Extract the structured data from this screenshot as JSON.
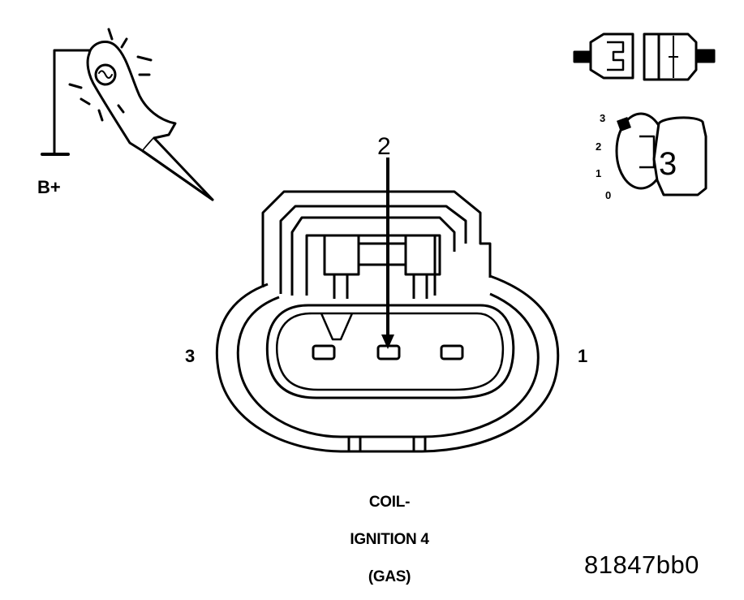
{
  "probe": {
    "supply_label": "B+"
  },
  "connector": {
    "pin_marker": "2",
    "left_pin": "3",
    "right_pin": "1"
  },
  "ignition": {
    "switch_positions": [
      "3",
      "2",
      "1",
      "0"
    ],
    "key_position": "3"
  },
  "caption": {
    "line1": "COIL-",
    "line2": "IGNITION 4",
    "line3": "(GAS)"
  },
  "figure_id": "81847bb0",
  "colors": {
    "ink": "#000000",
    "paper": "#ffffff"
  },
  "icons": [
    "test-light-probe-icon",
    "connector-icon",
    "ignition-key-icon"
  ]
}
